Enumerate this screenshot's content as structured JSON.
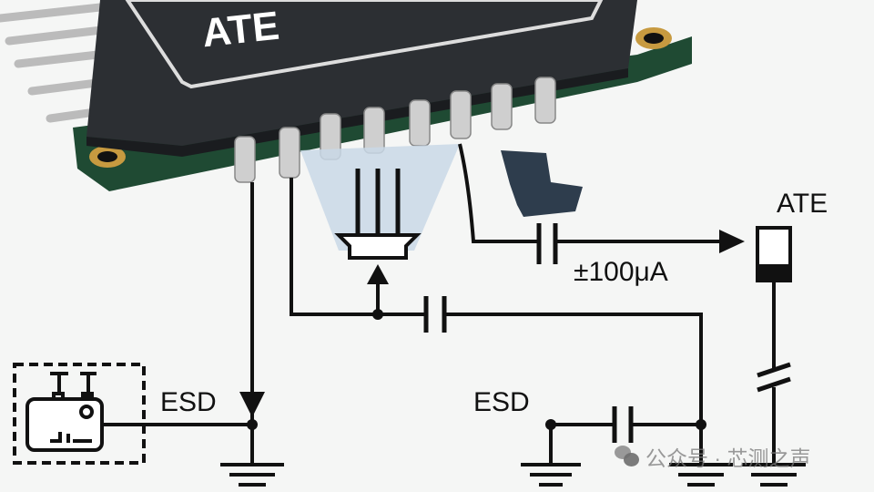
{
  "chip": {
    "label": "ATE"
  },
  "labels": {
    "ate_right": "ATE",
    "current": "±100μA",
    "esd_left": "ESD",
    "esd_right": "ESD"
  },
  "watermark": {
    "text": "公众号 · 芯测之声",
    "icon": "wechat-icon"
  },
  "colors": {
    "chip": "#2c2f33",
    "pcb": "#1f4a33",
    "funnel": "#c9d8e6",
    "wire": "#111111"
  }
}
